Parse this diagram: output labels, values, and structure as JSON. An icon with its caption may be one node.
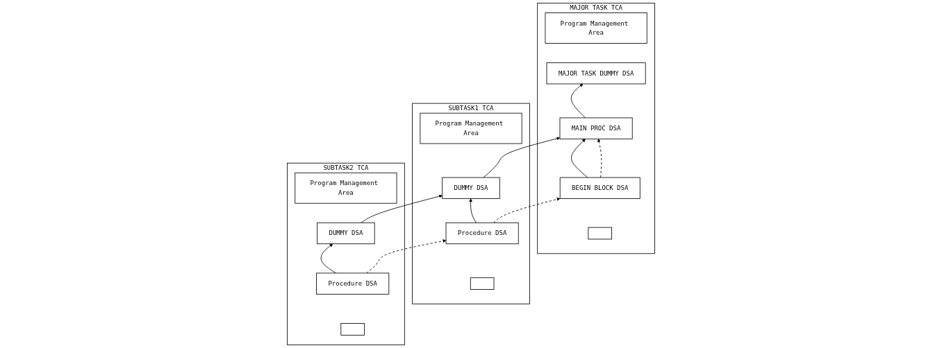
{
  "diagram": {
    "nodes": [
      {
        "text": [
          "MAJOR TASK TCA"
        ]
      },
      {
        "text": [
          "Program Management Area"
        ],
        "in": 0
      },
      {
        "text": [
          "MAJOR TASK DUMMY DSA"
        ],
        "in": 0
      },
      {
        "text": [
          "MAIN PROC DSA"
        ],
        "in": 0
      },
      {
        "text": [
          "BEGIN BLOCK DSA"
        ],
        "in": 0
      },
      {
        "text": [],
        "shape": "box",
        "in": 0
      },
      {
        "text": [
          "SUBTASK1 TCA"
        ]
      },
      {
        "text": [
          "Program Management Area"
        ],
        "in": 6
      },
      {
        "text": [
          "DUMMY DSA"
        ],
        "in": 6
      },
      {
        "text": [
          "Procedure DSA"
        ],
        "in": 6
      },
      {
        "text": [],
        "shape": "box",
        "in": 6
      },
      {
        "text": [
          "SUBTASK2 TCA"
        ]
      },
      {
        "text": [
          "Program Management Area"
        ],
        "in": 11
      },
      {
        "text": [
          "DUMMY DSA"
        ],
        "in": 11
      },
      {
        "text": [
          "Procedure DSA"
        ],
        "in": 11
      },
      {
        "text": [],
        "shape": "box",
        "in": 11
      }
    ],
    "edges": [
      {
        "from": 3,
        "to": 2,
        "arrow": "to"
      },
      {
        "from": 4,
        "to": 3,
        "arrow": "to"
      },
      {
        "from": 4,
        "to": 3,
        "arrow": "to",
        "style": "dashed"
      },
      {
        "from": 8,
        "to": 3,
        "arrow": "to"
      },
      {
        "from": 9,
        "to": 8,
        "arrow": "to"
      },
      {
        "from": 9,
        "to": 4,
        "arrow": "to",
        "style": "dashed"
      },
      {
        "from": 13,
        "to": 8,
        "arrow": "to"
      },
      {
        "from": 14,
        "to": 13,
        "arrow": "to"
      },
      {
        "from": 14,
        "to": 9,
        "arrow": "to",
        "style": "dashed"
      }
    ]
  }
}
